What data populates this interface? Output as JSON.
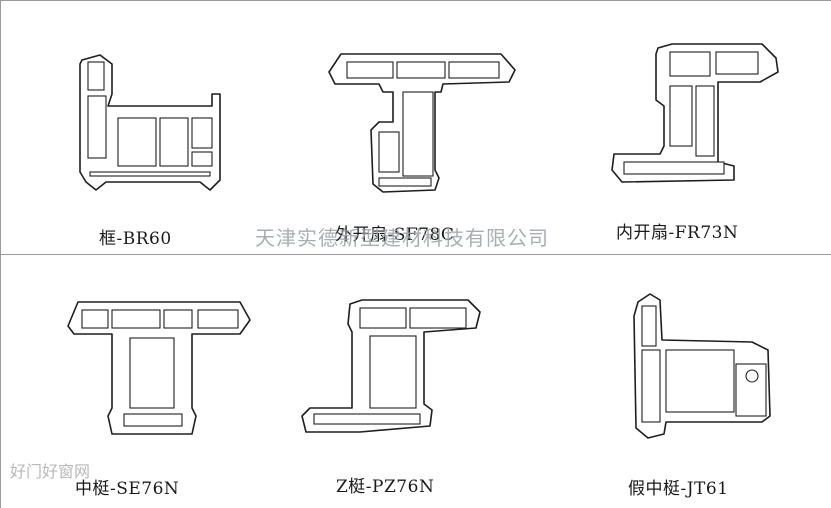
{
  "profiles": [
    {
      "label": "框-BR60"
    },
    {
      "label": "外开扇-SF78C"
    },
    {
      "label": "内开扇-FR73N"
    },
    {
      "label": "中梃-SE76N"
    },
    {
      "label": "Z梃-PZ76N"
    },
    {
      "label": "假中梃-JT61"
    }
  ],
  "watermark": "天津实德新型建材科技有限公司",
  "site_mark": "好门好窗网"
}
